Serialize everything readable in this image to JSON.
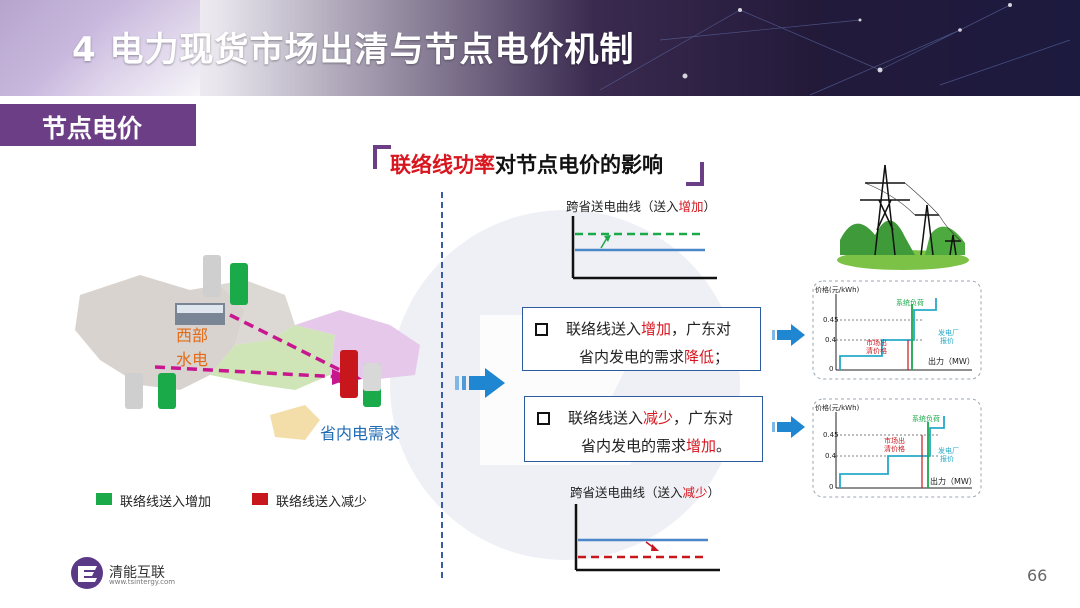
{
  "header": {
    "title": "4 电力现货市场出清与节点电价机制"
  },
  "section": {
    "label": "节点电价"
  },
  "subtitle": {
    "part1": "联络线功率",
    "part2": "对节点电价的影响"
  },
  "map": {
    "hydro_label": "西部\n水电",
    "hydro_line1": "西部",
    "hydro_line2": "水电",
    "demand_label": "省内电需求"
  },
  "legend": {
    "increase": "联络线送入增加",
    "decrease": "联络线送入减少",
    "increase_color": "#1aaa4a",
    "decrease_color": "#c8161d"
  },
  "top_curve": {
    "prefix": "跨省送电曲线（送入",
    "highlight": "增加",
    "suffix": "）"
  },
  "bottom_curve": {
    "prefix": "跨省送电曲线（送入",
    "highlight": "减少",
    "suffix": "）"
  },
  "box1": {
    "a": "联络线送入",
    "b": "增加",
    "c": "，广东对",
    "d": "省内发电的需求",
    "e": "降低",
    "f": "；"
  },
  "box2": {
    "a": "联络线送入",
    "b": "减少",
    "c": "，广东对",
    "d": "省内发电的需求",
    "e": "增加",
    "f": "。"
  },
  "price_chart_1": {
    "ylabel": "价格(元/kWh)",
    "y1": "0.45",
    "y2": "0.4",
    "zero": "0",
    "xlabel": "出力（MW）",
    "load": "系统负荷",
    "clear_1": "市场出",
    "clear_2": "清价格",
    "offer_1": "发电厂",
    "offer_2": "报价"
  },
  "price_chart_2": {
    "ylabel": "价格(元/kWh)",
    "y1": "0.45",
    "y2": "0.4",
    "zero": "0",
    "xlabel": "出力（MW）",
    "load": "系统负荷",
    "clear_1": "市场出",
    "clear_2": "清价格",
    "offer_1": "发电厂",
    "offer_2": "报价"
  },
  "footer": {
    "logo": "清能互联",
    "url": "www.tsintergy.com",
    "page": "66"
  },
  "colors": {
    "accent": "#6b3e85",
    "red": "#d7161f",
    "blue": "#2d5b9b",
    "arrow": "#1f86d1"
  }
}
